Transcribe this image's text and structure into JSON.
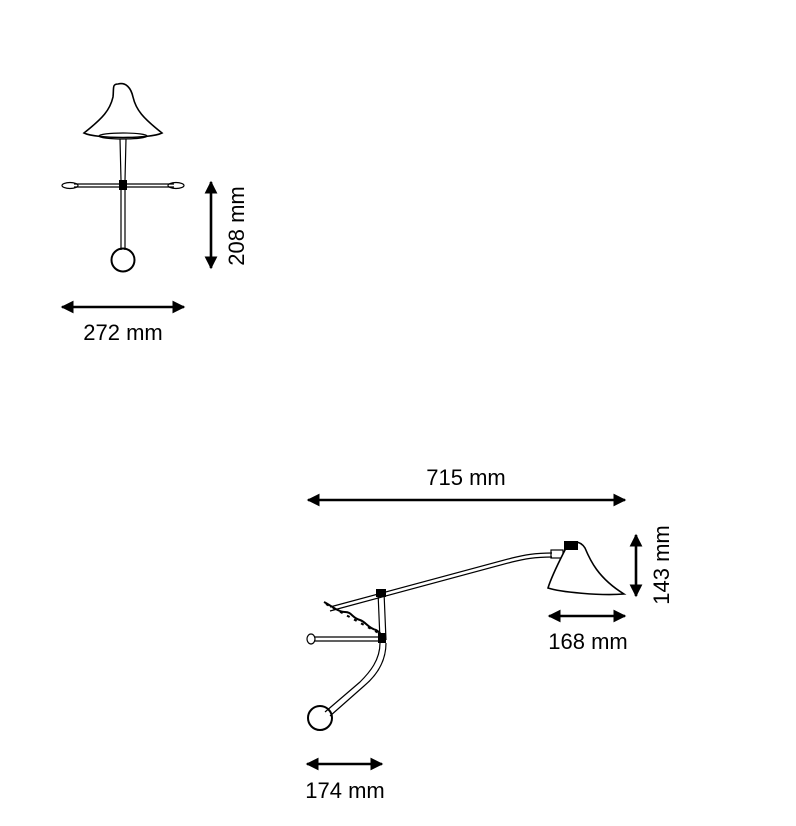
{
  "dimensions": {
    "front_height": "208 mm",
    "front_width": "272 mm",
    "side_length": "715 mm",
    "shade_height": "143 mm",
    "shade_width": "168 mm",
    "base_width": "174 mm"
  },
  "colors": {
    "line": "#000000",
    "background": "#ffffff"
  }
}
